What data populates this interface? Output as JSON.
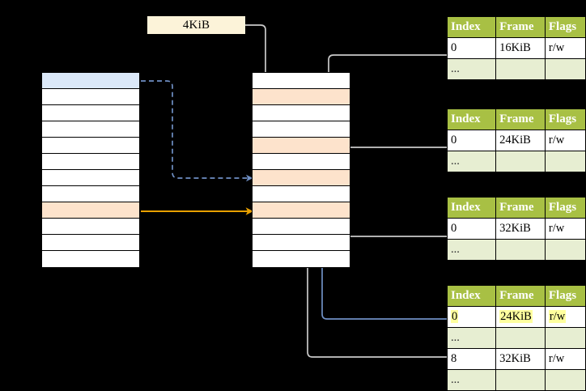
{
  "diagram": {
    "title_label": {
      "text": "4KiB"
    },
    "virtual_column": {
      "name": "virtual-address-space",
      "row_count": 12,
      "rows": [
        {
          "fill": "#dbe8f8"
        },
        {
          "fill": "#ffffff"
        },
        {
          "fill": "#ffffff"
        },
        {
          "fill": "#ffffff"
        },
        {
          "fill": "#ffffff"
        },
        {
          "fill": "#ffffff"
        },
        {
          "fill": "#ffffff"
        },
        {
          "fill": "#ffffff"
        },
        {
          "fill": "#fde3cc"
        },
        {
          "fill": "#ffffff"
        },
        {
          "fill": "#ffffff"
        },
        {
          "fill": "#ffffff"
        }
      ]
    },
    "physical_column": {
      "name": "physical-memory",
      "row_count": 12,
      "rows": [
        {
          "fill": "#ffffff"
        },
        {
          "fill": "#fde3cc"
        },
        {
          "fill": "#ffffff"
        },
        {
          "fill": "#ffffff"
        },
        {
          "fill": "#fde3cc"
        },
        {
          "fill": "#ffffff"
        },
        {
          "fill": "#fde3cc"
        },
        {
          "fill": "#ffffff"
        },
        {
          "fill": "#fde3cc"
        },
        {
          "fill": "#ffffff"
        },
        {
          "fill": "#ffffff"
        },
        {
          "fill": "#ffffff"
        }
      ]
    },
    "colors": {
      "table_header": "#a8c044",
      "table_ellipsis_row": "#e7eed2",
      "highlight": "#ffff9e",
      "selected_virtual_page": "#dbe8f8",
      "mapped_page": "#fde3cc",
      "label_box": "#fcf3d9",
      "blue_arrow": "#5b83c0",
      "orange_arrow": "#e8a000",
      "gray_arrow": "#c8c8c8"
    },
    "tables": [
      {
        "name": "page-table-1",
        "headers": [
          "Index",
          "Frame",
          "Flags"
        ],
        "rows": [
          {
            "cells": [
              "0",
              "16KiB",
              "r/w"
            ],
            "style": "normal",
            "highlight": [
              false,
              false,
              false
            ]
          },
          {
            "cells": [
              "...",
              "",
              ""
            ],
            "style": "ellipsis",
            "highlight": [
              false,
              false,
              false
            ]
          }
        ]
      },
      {
        "name": "page-table-2",
        "headers": [
          "Index",
          "Frame",
          "Flags"
        ],
        "rows": [
          {
            "cells": [
              "0",
              "24KiB",
              "r/w"
            ],
            "style": "normal",
            "highlight": [
              false,
              false,
              false
            ]
          },
          {
            "cells": [
              "...",
              "",
              ""
            ],
            "style": "ellipsis",
            "highlight": [
              false,
              false,
              false
            ]
          }
        ]
      },
      {
        "name": "page-table-3",
        "headers": [
          "Index",
          "Frame",
          "Flags"
        ],
        "rows": [
          {
            "cells": [
              "0",
              "32KiB",
              "r/w"
            ],
            "style": "normal",
            "highlight": [
              false,
              false,
              false
            ]
          },
          {
            "cells": [
              "...",
              "",
              ""
            ],
            "style": "ellipsis",
            "highlight": [
              false,
              false,
              false
            ]
          }
        ]
      },
      {
        "name": "page-table-4",
        "headers": [
          "Index",
          "Frame",
          "Flags"
        ],
        "rows": [
          {
            "cells": [
              "0",
              "24KiB",
              "r/w"
            ],
            "style": "normal",
            "highlight": [
              true,
              true,
              true
            ]
          },
          {
            "cells": [
              "...",
              "",
              ""
            ],
            "style": "ellipsis",
            "highlight": [
              false,
              false,
              false
            ]
          },
          {
            "cells": [
              "8",
              "32KiB",
              "r/w"
            ],
            "style": "normal",
            "highlight": [
              false,
              false,
              false
            ]
          },
          {
            "cells": [
              "...",
              "",
              ""
            ],
            "style": "ellipsis",
            "highlight": [
              false,
              false,
              false
            ]
          }
        ]
      }
    ]
  }
}
